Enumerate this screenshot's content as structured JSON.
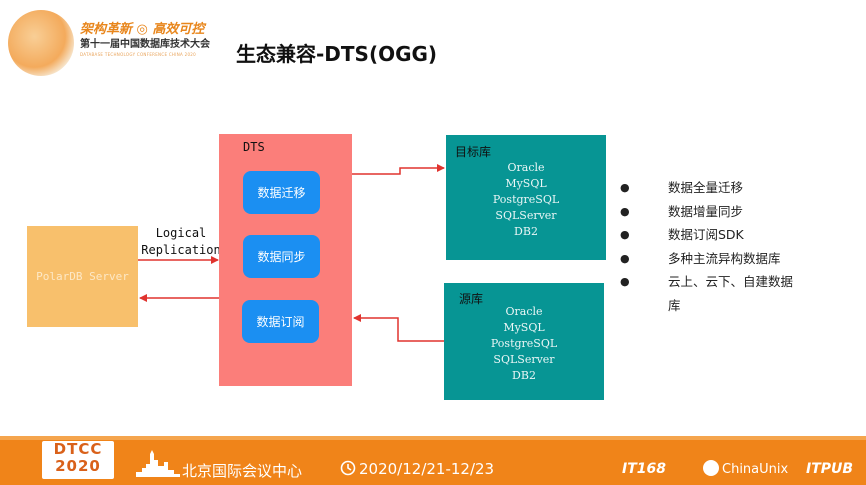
{
  "header": {
    "slogan": "架构革新 ◎ 高效可控",
    "conference": "第十一届中国数据库技术大会",
    "conference_sub": "DATABASE TECHNOLOGY CONFERENCE CHINA 2020",
    "title": "生态兼容-DTS(OGG)"
  },
  "diagram": {
    "source_node": "PolarDB Server",
    "link_label_line1": "Logical",
    "link_label_line2": "Replication",
    "dts_label": "DTS",
    "dts_modules": [
      "数据迁移",
      "数据同步",
      "数据订阅"
    ],
    "target_panel": {
      "heading": "目标库",
      "databases": [
        "Oracle",
        "MySQL",
        "PostgreSQL",
        "SQLServer",
        "DB2"
      ]
    },
    "source_panel": {
      "heading": "源库",
      "databases": [
        "Oracle",
        "MySQL",
        "PostgreSQL",
        "SQLServer",
        "DB2"
      ]
    },
    "colors": {
      "polardb": "#f8c06c",
      "dts": "#fb7e7a",
      "module": "#1b8ff2",
      "panel": "#079594",
      "arrow": "#e0342f"
    }
  },
  "features": [
    "数据全量迁移",
    "数据增量同步",
    "数据订阅SDK",
    "多种主流异构数据库",
    "云上、云下、自建数据库"
  ],
  "footer": {
    "logo_line1": "DTCC",
    "logo_line2": "2020",
    "venue": "北京国际会议中心",
    "date": "2020/12/21-12/23",
    "sponsors": [
      "IT168",
      "ChinaUnix",
      "ITPUB"
    ],
    "icons": [
      "skyline-icon",
      "clock-icon"
    ]
  }
}
